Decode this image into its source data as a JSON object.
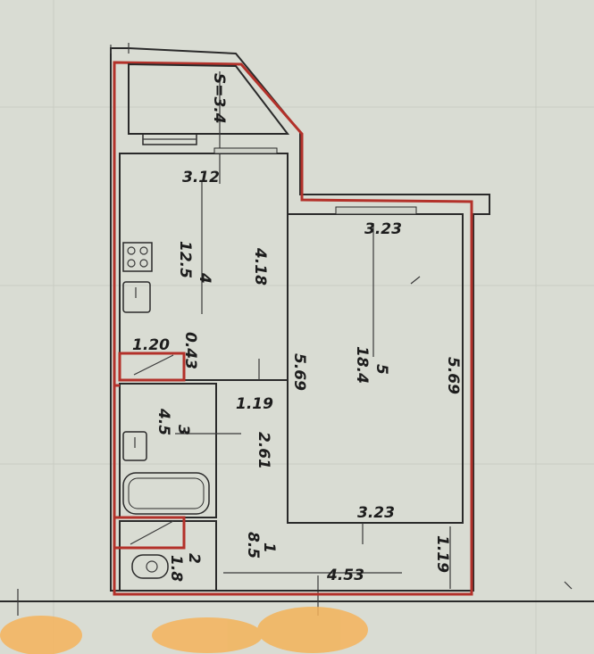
{
  "balcony": {
    "area_label": "S=3.4"
  },
  "kitchen": {
    "number": "4",
    "area": "12.5",
    "width": "3.12",
    "length": "4.18"
  },
  "living_room": {
    "number": "5",
    "area": "18.4",
    "width_top": "3.23",
    "width_bottom": "3.23",
    "length_left": "5.69",
    "length_right": "5.69"
  },
  "bathroom": {
    "number": "3",
    "area": "4.5",
    "width": "1.19",
    "length": "2.61"
  },
  "toilet": {
    "number": "2",
    "area": "1.8"
  },
  "hall": {
    "number": "1",
    "area": "8.5",
    "length": "4.53",
    "width": "1.19"
  },
  "corridor": {
    "width": "1.20",
    "depth": "0.43"
  },
  "colors": {
    "paper": "#d9dcd3",
    "wall_outline": "#2a2a2a",
    "highlight": "#b3312a",
    "redaction": "#f4b35a"
  }
}
